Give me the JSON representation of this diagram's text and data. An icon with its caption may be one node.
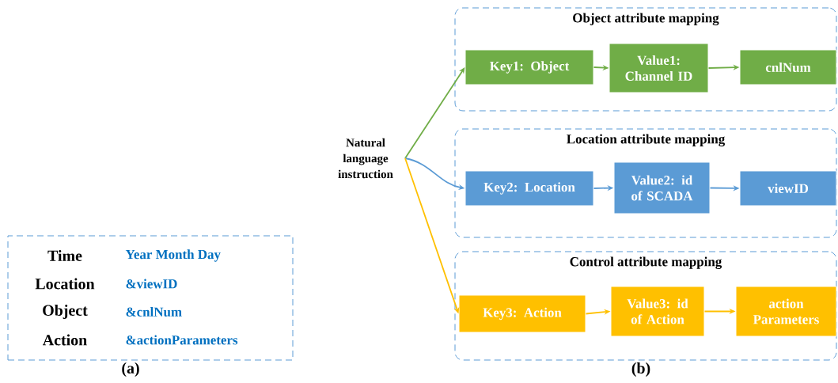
{
  "diagram": {
    "nodes": [
      {
        "text": [
          "Object attribute mapping"
        ]
      },
      {
        "text": [
          "Key1: Object"
        ],
        "in": 0
      },
      {
        "text": [
          "Value1: Channel ID"
        ],
        "in": 0
      },
      {
        "text": [
          "cnlNum"
        ],
        "in": 0
      },
      {
        "text": [
          "Location attribute mapping"
        ]
      },
      {
        "text": [
          "Key2: Location"
        ],
        "in": 4
      },
      {
        "text": [
          "Value2: id of SCADA"
        ],
        "in": 4
      },
      {
        "text": [
          "viewID"
        ],
        "in": 4
      },
      {
        "text": [
          "Control attribute mapping"
        ]
      },
      {
        "text": [
          "Key3: Action"
        ],
        "in": 8
      },
      {
        "text": [
          "Value3: id of Action"
        ],
        "in": 8
      },
      {
        "text": [
          "action Parameters"
        ],
        "in": 8
      },
      {
        "text": [
          "Natural language instruction"
        ]
      },
      {
        "text": [
          "Time",
          "Year Month Day",
          "Location",
          "&viewID",
          "Object",
          "&cnlNum",
          "Action",
          "&actionParameters"
        ]
      }
    ],
    "edges": [
      {
        "from": 12,
        "to": 1,
        "arrow": "to",
        "color": "#70ad47"
      },
      {
        "from": 1,
        "to": 2,
        "arrow": "to",
        "color": "#70ad47"
      },
      {
        "from": 2,
        "to": 3,
        "arrow": "to",
        "color": "#70ad47"
      },
      {
        "from": 12,
        "to": 5,
        "arrow": "to",
        "color": "#5b9bd5"
      },
      {
        "from": 5,
        "to": 6,
        "arrow": "to",
        "color": "#5b9bd5"
      },
      {
        "from": 6,
        "to": 7,
        "arrow": "to",
        "color": "#5b9bd5"
      },
      {
        "from": 12,
        "to": 9,
        "arrow": "to",
        "color": "#ffc000"
      },
      {
        "from": 9,
        "to": 10,
        "arrow": "to",
        "color": "#ffc000"
      },
      {
        "from": 10,
        "to": 11,
        "arrow": "to",
        "color": "#ffc000"
      }
    ],
    "labels": [
      "(a)",
      "(b)"
    ]
  }
}
